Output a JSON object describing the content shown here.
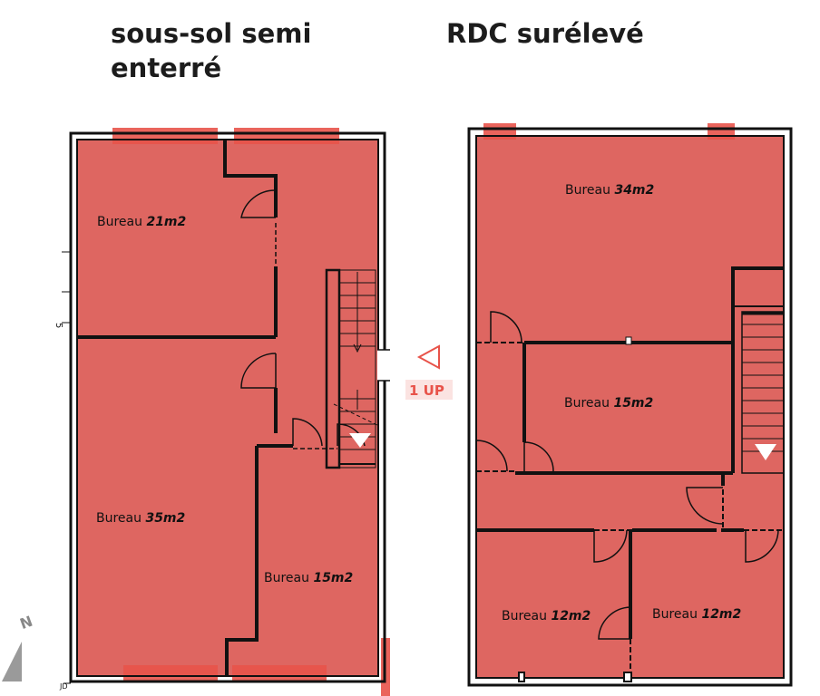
{
  "titles": {
    "left": "sous-sol semi\nenterré",
    "right": "RDC surélevé"
  },
  "colors": {
    "room_fill": "#de6661",
    "window_fill": "#e8534a",
    "wall": "#111111",
    "accent": "#e8534a"
  },
  "left_plan": {
    "rooms": [
      {
        "name": "Bureau",
        "area": "21m2"
      },
      {
        "name": "Bureau",
        "area": "35m2"
      },
      {
        "name": "Bureau",
        "area": "15m2"
      }
    ]
  },
  "right_plan": {
    "rooms": [
      {
        "name": "Bureau",
        "area": "34m2"
      },
      {
        "name": "Bureau",
        "area": "15m2"
      },
      {
        "name": "Bureau",
        "area": "12m2"
      },
      {
        "name": "Bureau",
        "area": "12m2"
      }
    ]
  },
  "stair_marker": {
    "label": "1 UP",
    "icon": "triangle-left-outline-icon"
  },
  "north": {
    "label": "N",
    "icon": "north-arrow-icon"
  }
}
